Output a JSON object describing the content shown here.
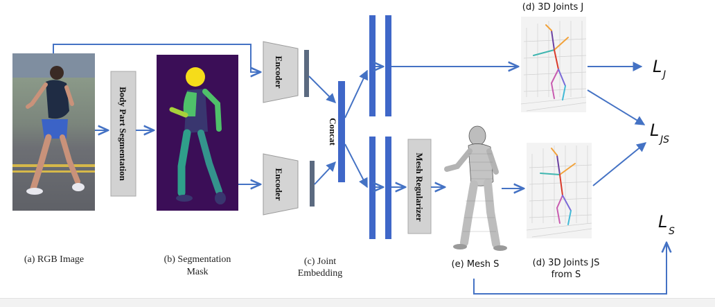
{
  "labels": {
    "body_part_segmentation": "Body Part Segmentation",
    "encoder_top": "Encoder",
    "encoder_bottom": "Encoder",
    "concat": "Concat",
    "mesh_regularizer": "Mesh Regularizer"
  },
  "captions": {
    "rgb_image": "(a) RGB Image",
    "seg_line1": "(b) Segmentation",
    "seg_line2": "Mask",
    "joint_line1": "(c) Joint",
    "joint_line2": "Embedding",
    "mesh": "(e) Mesh S",
    "joints_js_line1": "(d) 3D Joints JS",
    "joints_js_line2": "from S",
    "joints_j": "(d) 3D Joints J"
  },
  "losses": {
    "lj_main": "L",
    "lj_sub": "J",
    "ljs_main": "L",
    "ljs_sub": "JS",
    "ls_main": "L",
    "ls_sub": "S"
  },
  "colors": {
    "arrow": "#4472c4",
    "feature_bar": "#3f67c8",
    "encoder_fill": "#d4d4d4",
    "grey_box": "#d2d2d2",
    "mask_bg": "#3b0e57",
    "head": "#f5dc1a",
    "torso_dark": "#39366f",
    "limb_teal": "#2f9f8a",
    "limb_green": "#4fc06a",
    "hand_lime": "#a7d13b",
    "leg_teal": "#34938c"
  }
}
